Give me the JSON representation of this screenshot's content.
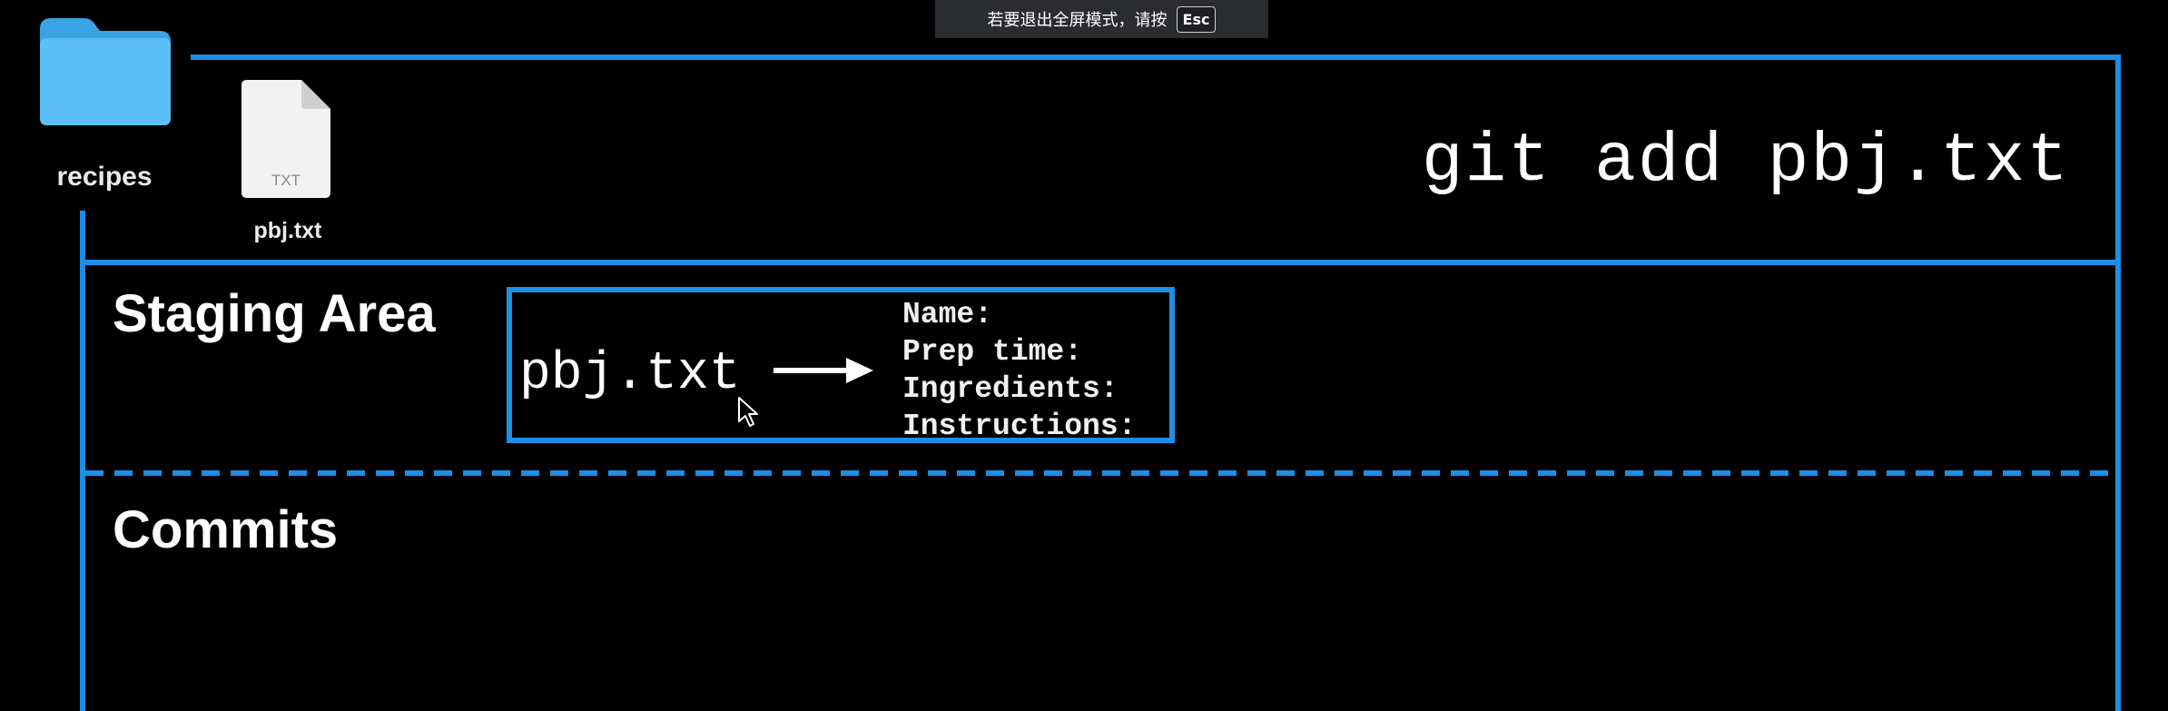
{
  "banner": {
    "message": "若要退出全屏模式，请按",
    "key": "Esc"
  },
  "desktop": {
    "folder": {
      "label": "recipes",
      "icon": "folder-icon"
    },
    "file": {
      "label": "pbj.txt",
      "type_badge": "TXT",
      "icon": "txt-file-icon"
    }
  },
  "command": "git add pbj.txt",
  "staging": {
    "title": "Staging Area",
    "file": "pbj.txt",
    "fields": [
      "Name:",
      "Prep time:",
      "Ingredients:",
      "Instructions:"
    ]
  },
  "commits": {
    "title": "Commits"
  },
  "colors": {
    "background": "#000000",
    "frame": "#1d8ee6",
    "folder": "#4db6f2",
    "text": "#ffffff"
  }
}
